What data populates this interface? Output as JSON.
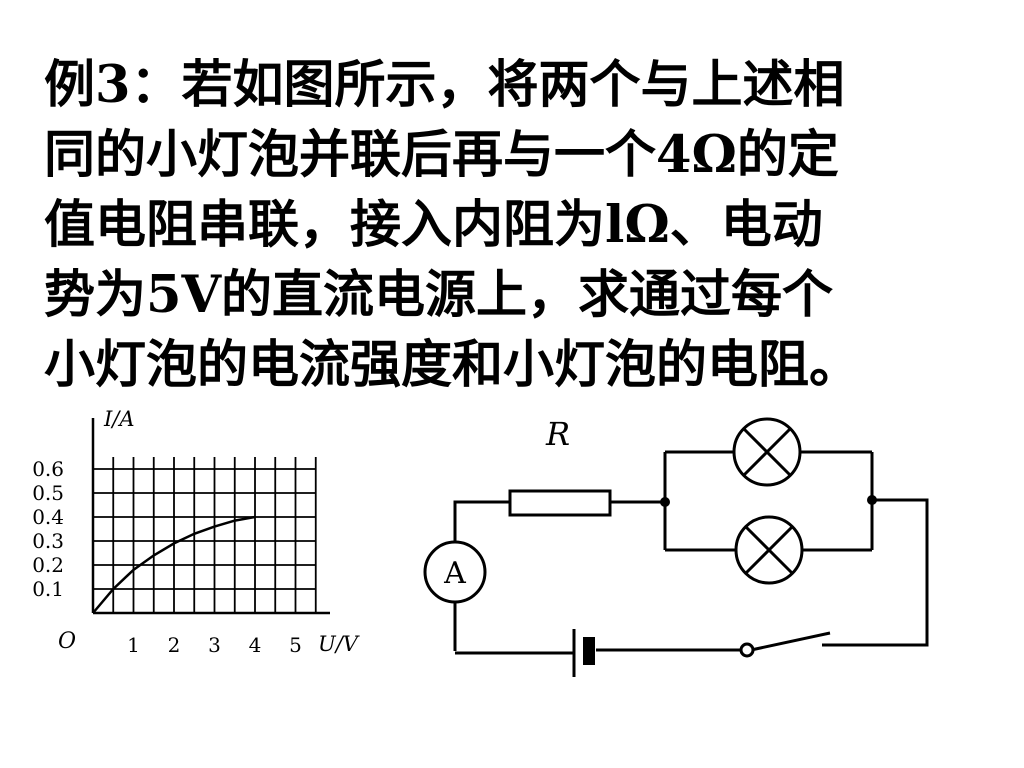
{
  "problem": {
    "lines": [
      "例3：若如图所示，将两个与上述相",
      "同的小灯泡并联后再与一个4Ω的定",
      "值电阻串联，接入内阻为lΩ、电动",
      "势为5V的直流电源上，求通过每个",
      "小灯泡的电流强度和小灯泡的电阻。"
    ]
  },
  "chart_data": {
    "type": "line",
    "xlabel": "U/V",
    "ylabel": "I/A",
    "origin_label": "O",
    "x_ticks": [
      "1",
      "2",
      "3",
      "4",
      "5"
    ],
    "y_ticks": [
      "0.1",
      "0.2",
      "0.3",
      "0.4",
      "0.5",
      "0.6"
    ],
    "xlim": [
      0,
      5.5
    ],
    "ylim": [
      0,
      0.7
    ],
    "grid": true,
    "series": [
      {
        "x": [
          0,
          0.5,
          1,
          1.5,
          2,
          2.5,
          3,
          3.5,
          4
        ],
        "y": [
          0,
          0.1,
          0.18,
          0.24,
          0.29,
          0.33,
          0.36,
          0.385,
          0.4
        ]
      }
    ]
  },
  "circuit": {
    "resistor_label": "R",
    "ammeter_label": "A"
  }
}
